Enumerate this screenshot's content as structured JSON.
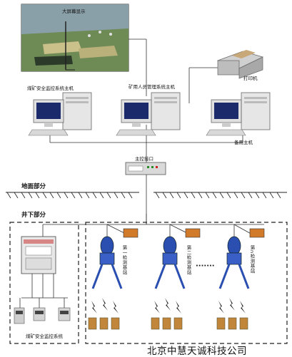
{
  "labels": {
    "big_screen": "大屏幕显示",
    "coal_host": "煤矿安全监控系统主机",
    "personnel_host": "矿用人员管理系统主机",
    "printer": "打印机",
    "backup_host": "备用主机",
    "main_interface": "主控接口",
    "surface": "地面部分",
    "underground": "井下部分",
    "station_1": "第一检测基站",
    "station_2": "第二检测基站",
    "station_n": "第n检测基站",
    "dots": "·······",
    "coal_sub": "煤矿安全监控系统"
  },
  "watermark": "北京中慧天诚科技公司"
}
